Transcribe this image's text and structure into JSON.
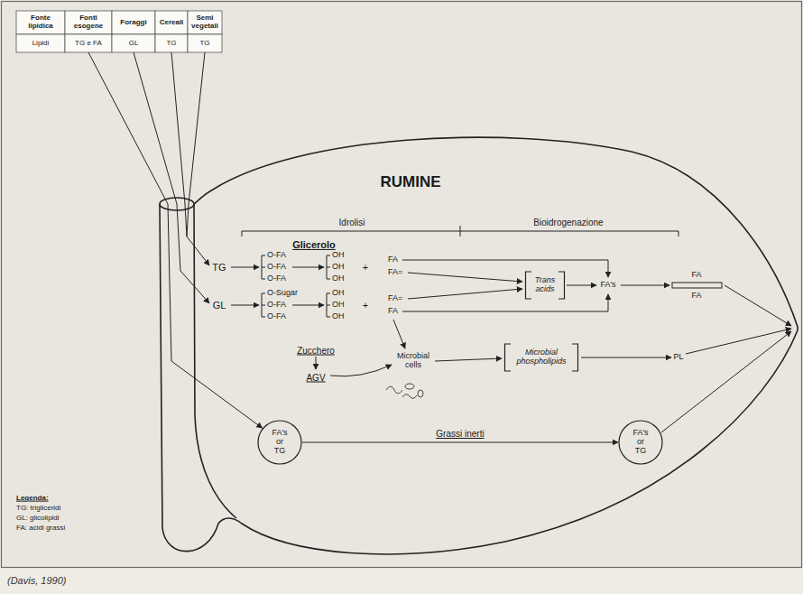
{
  "diagram": {
    "caption": "(Davis, 1990)",
    "nodes": [
      {
        "text": [
          "Trans acids"
        ]
      },
      {
        "text": [
          "Microbial phospholipids"
        ]
      },
      {
        "text": [
          "FA's or TG"
        ]
      },
      {
        "text": [
          "FA's or TG"
        ]
      }
    ],
    "edges": [
      {
        "from": 2,
        "to": 3,
        "arrow": "to",
        "label": "Grassi inerti"
      }
    ],
    "labels": [
      "Fonte lipidica",
      "Fonti esogene",
      "Foraggi",
      "Cereali",
      "Semi vegetali",
      "Lipidi",
      "TG e FA",
      "GL",
      "TG",
      "TG",
      "RUMINE",
      "Idrolisi",
      "Bioidrogenazione",
      "Glicerolo",
      "TG",
      "O-FA",
      "O-FA",
      "O-FA",
      "OH",
      "OH",
      "OH",
      "+",
      "FA",
      "FA=",
      "GL",
      "O-Sugar",
      "O-FA",
      "O-FA",
      "OH",
      "OH",
      "OH",
      "+",
      "FA=",
      "FA",
      "FA's",
      "FA",
      "FA",
      "Zucchero",
      "AGV",
      "Microbial cells",
      "PL",
      "Legenda:",
      "TG: trigliceridi",
      "GL: glicolipidi",
      "FA: acidi grassi"
    ]
  }
}
